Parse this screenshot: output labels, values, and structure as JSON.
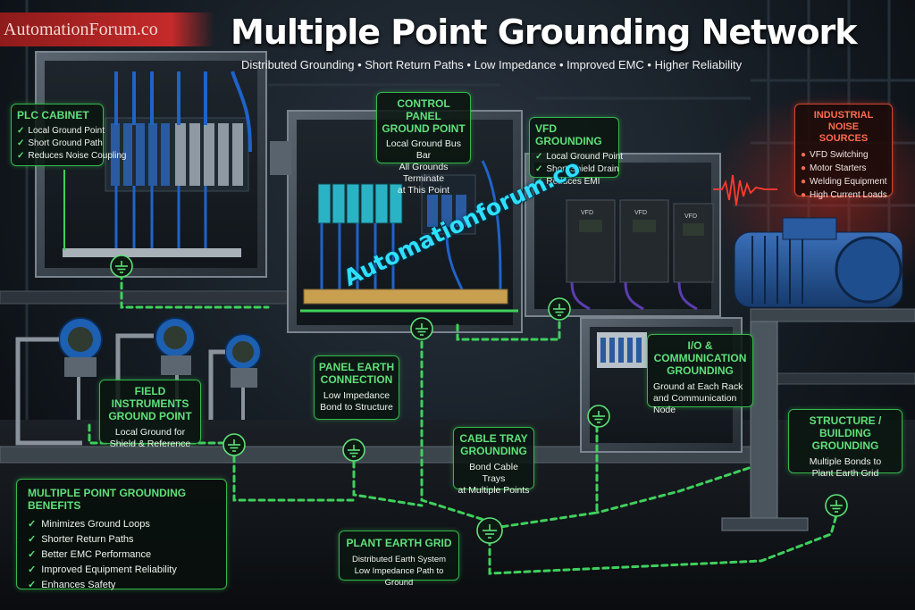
{
  "brand": {
    "text": "AutomationForum.co"
  },
  "title": "Multiple Point Grounding Network",
  "subtitle": "Distributed Grounding  •  Short Return Paths  •  Low Impedance  •  Improved EMC  •  Higher Reliability",
  "watermark": "Automationforum.co",
  "callouts": {
    "plc_cabinet": {
      "title": "PLC CABINET",
      "items": [
        "Local Ground Point",
        "Short Ground Path",
        "Reduces Noise Coupling"
      ]
    },
    "control_panel": {
      "title_1": "CONTROL PANEL",
      "title_2": "GROUND POINT",
      "line_1": "Local Ground Bus Bar",
      "line_2": "All Grounds Terminate",
      "line_3": "at This Point"
    },
    "vfd": {
      "title": "VFD GROUNDING",
      "items": [
        "Local Ground Point",
        "Short Shield Drain",
        "Reduces EMI"
      ]
    },
    "noise": {
      "title_1": "INDUSTRIAL NOISE",
      "title_2": "SOURCES",
      "items": [
        "VFD Switching",
        "Motor Starters",
        "Welding Equipment",
        "High Current Loads"
      ]
    },
    "field_instruments": {
      "title_1": "FIELD INSTRUMENTS",
      "title_2": "GROUND POINT",
      "line_1": "Local Ground for",
      "line_2": "Shield & Reference"
    },
    "panel_earth": {
      "title_1": "PANEL EARTH",
      "title_2": "CONNECTION",
      "line_1": "Low Impedance",
      "line_2": "Bond to Structure"
    },
    "io_comm": {
      "title_1": "I/O & COMMUNICATION",
      "title_2": "GROUNDING",
      "line_1": "Ground at Each Rack",
      "line_2": "and Communication",
      "line_3": "Node"
    },
    "cable_tray": {
      "title_1": "CABLE TRAY",
      "title_2": "GROUNDING",
      "line_1": "Bond Cable Trays",
      "line_2": "at Multiple Points"
    },
    "structure": {
      "title_1": "STRUCTURE / BUILDING",
      "title_2": "GROUNDING",
      "line_1": "Multiple Bonds to",
      "line_2": "Plant Earth Grid"
    },
    "plant_earth": {
      "title": "PLANT EARTH GRID",
      "line_1": "Distributed Earth System",
      "line_2": "Low Impedance Path to Ground"
    }
  },
  "benefits": {
    "title": "MULTIPLE POINT GROUNDING BENEFITS",
    "items": [
      "Minimizes Ground Loops",
      "Shorter Return Paths",
      "Better EMC Performance",
      "Improved Equipment Reliability",
      "Enhances Safety"
    ]
  },
  "vfd_drives": {
    "label": "VFD"
  },
  "colors": {
    "accent_green": "#36b84c",
    "label_green": "#5fe07a",
    "noise_red": "#d6452f",
    "watermark_cyan": "#2de0ff",
    "instrument_blue": "#1d5fb0"
  },
  "icons": {
    "ground": "ground-symbol-icon",
    "check": "check-mark-icon",
    "noise_wave": "noise-waveform-icon"
  }
}
